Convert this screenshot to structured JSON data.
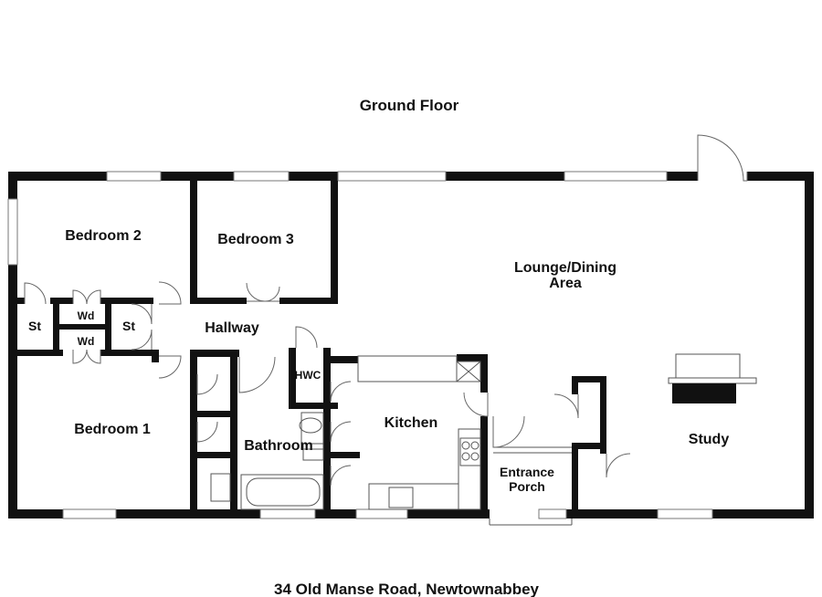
{
  "plan": {
    "title": "Ground Floor",
    "address": "34 Old Manse Road, Newtownabbey",
    "colors": {
      "wall": "#111111",
      "line": "#666666",
      "background": "#ffffff"
    }
  },
  "rooms": {
    "bedroom2": "Bedroom 2",
    "bedroom3": "Bedroom 3",
    "lounge_line1": "Lounge/Dining",
    "lounge_line2": "Area",
    "hallway": "Hallway",
    "st_left": "St",
    "wd_top": "Wd",
    "wd_bottom": "Wd",
    "st_right": "St",
    "hwc": "HWC",
    "bedroom1": "Bedroom 1",
    "bathroom": "Bathroom",
    "kitchen": "Kitchen",
    "porch_line1": "Entrance",
    "porch_line2": "Porch",
    "study": "Study"
  }
}
